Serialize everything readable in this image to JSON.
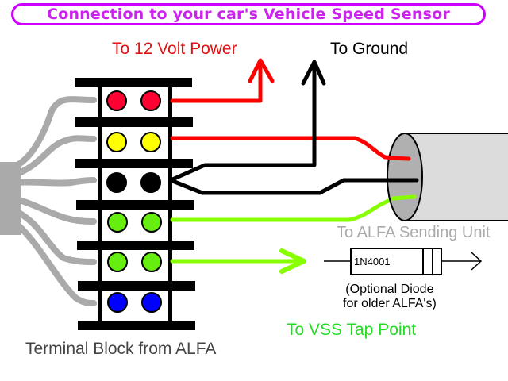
{
  "title": "Connection to your car's Vehicle Speed Sensor",
  "labels": {
    "power": "To 12 Volt Power",
    "ground": "To Ground",
    "sending_unit": "To ALFA Sending Unit",
    "diode_part": "1N4001",
    "diode_note_line1": "(Optional Diode",
    "diode_note_line2": "for older ALFA's)",
    "vss": "To VSS Tap Point",
    "terminal_block": "Terminal Block from ALFA"
  },
  "terminals": [
    {
      "row": 1,
      "color_name": "red",
      "color": "#ff0033",
      "connects_to": "To 12 Volt Power"
    },
    {
      "row": 2,
      "color_name": "yellow",
      "color": "#ffff00",
      "connects_to": "To ALFA Sending Unit (red wire)"
    },
    {
      "row": 3,
      "color_name": "black",
      "color": "#000000",
      "connects_to": "To Ground and To ALFA Sending Unit (black wire)"
    },
    {
      "row": 4,
      "color_name": "green",
      "color": "#66ee11",
      "connects_to": "To ALFA Sending Unit (green wire)"
    },
    {
      "row": 5,
      "color_name": "green",
      "color": "#66ee11",
      "connects_to": "To VSS Tap Point"
    },
    {
      "row": 6,
      "color_name": "blue",
      "color": "#0000ff",
      "connects_to": ""
    }
  ],
  "colors": {
    "title": "#cc00ff",
    "power_wire": "#ff0000",
    "ground_wire": "#000000",
    "signal_wire": "#88ff00",
    "harness": "#aaaaaa",
    "cable": "#dddddd"
  }
}
